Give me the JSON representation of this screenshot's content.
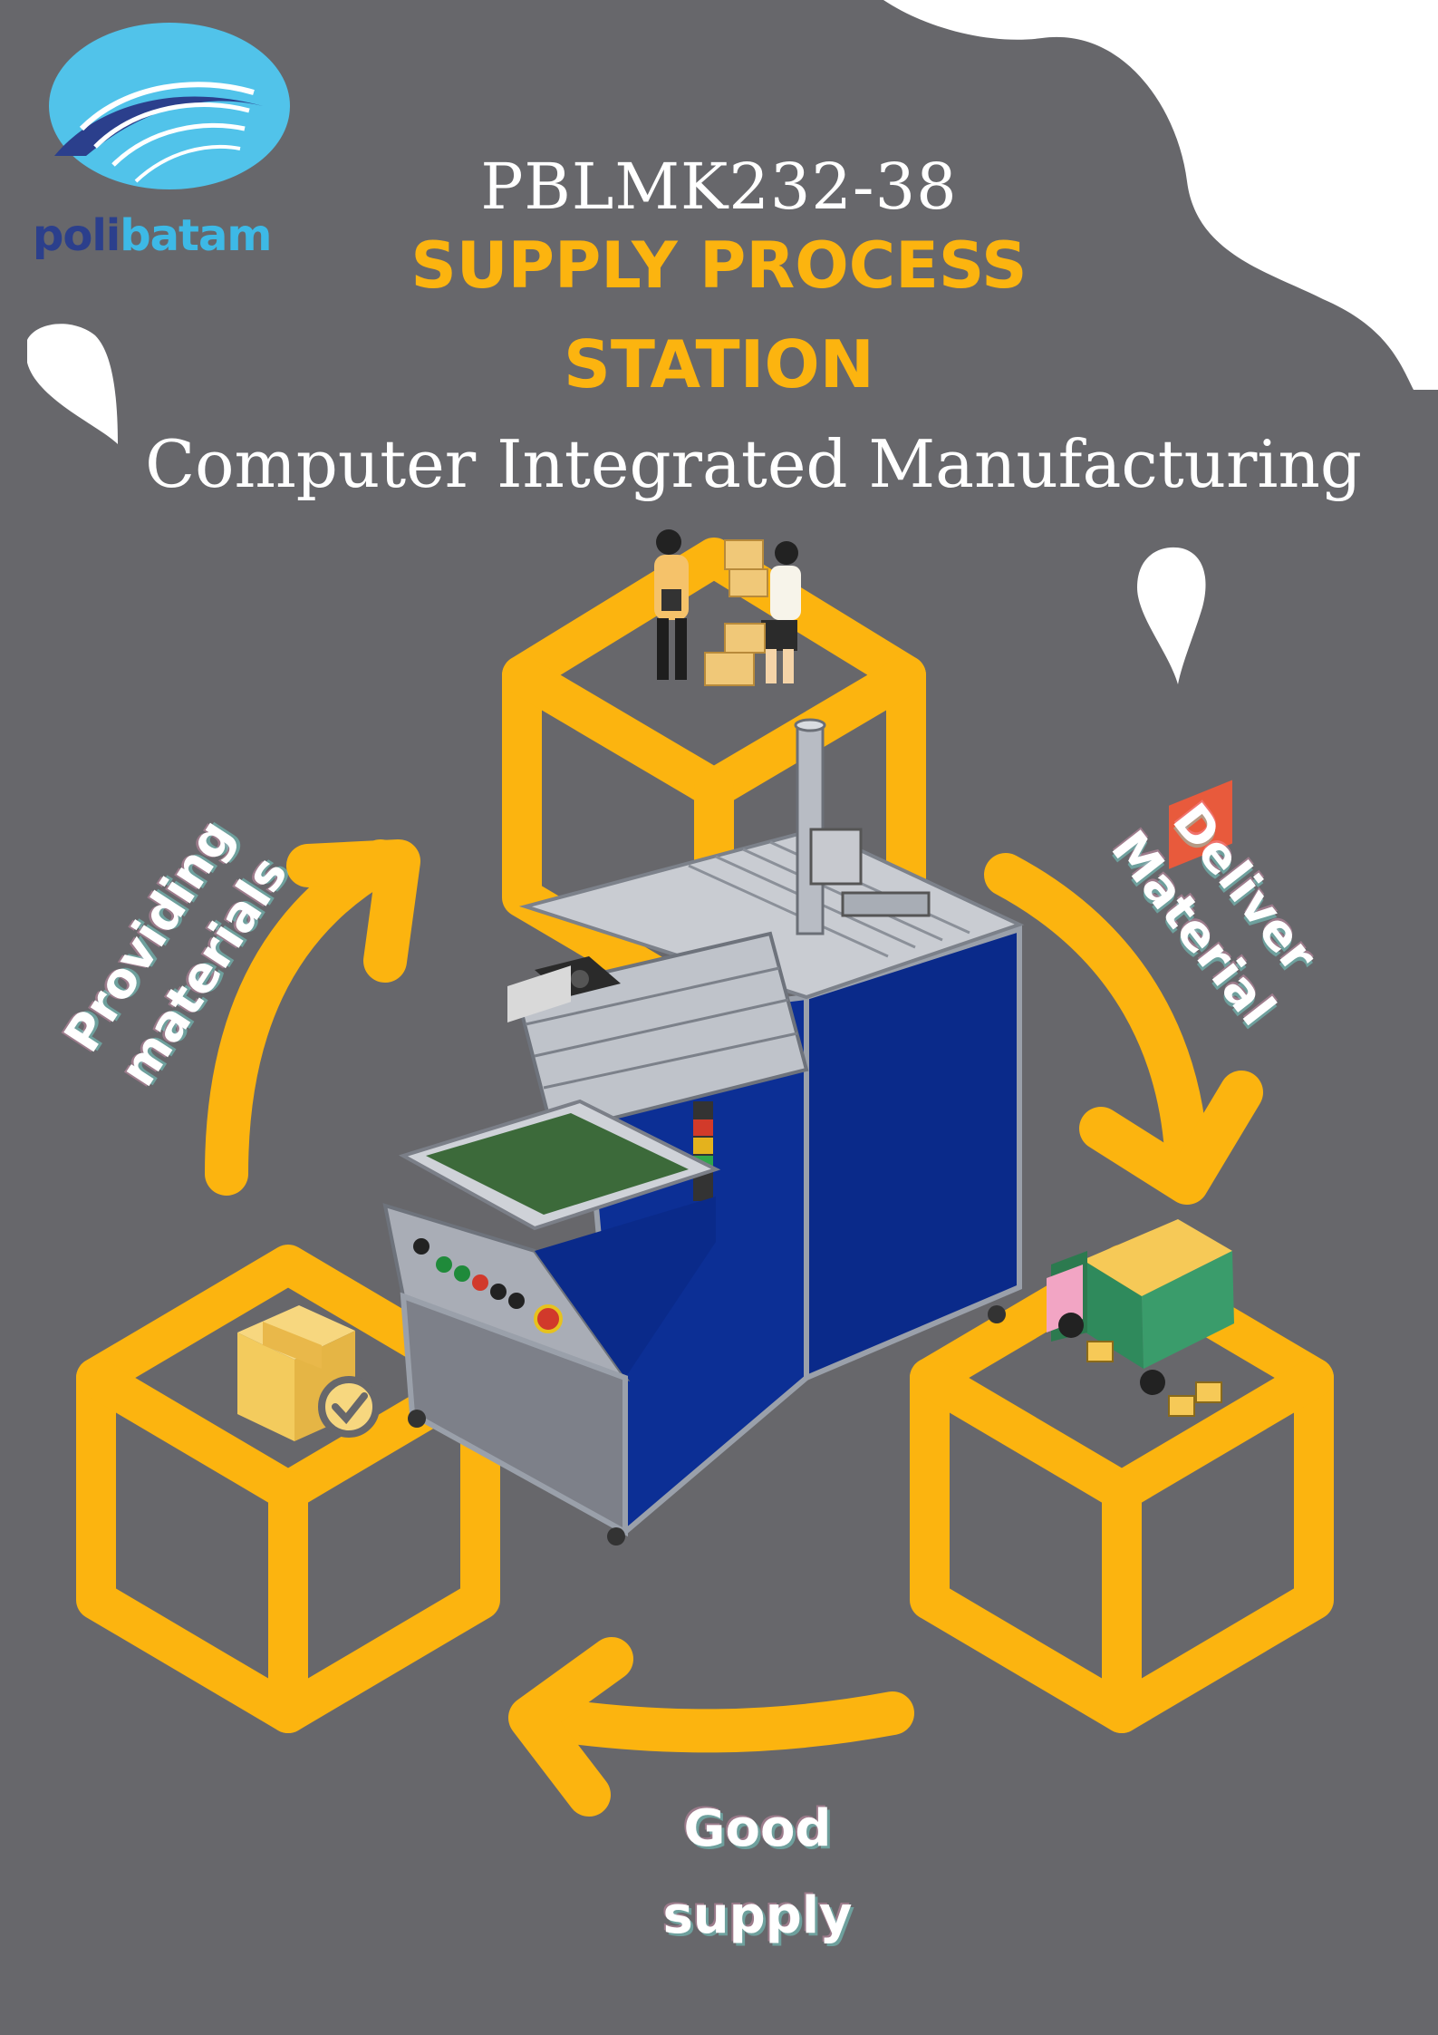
{
  "brand": {
    "logo_text_part1": "poli",
    "logo_text_part2": "batam",
    "color_dark": "#2b3f8c",
    "color_light": "#3db9e6"
  },
  "header": {
    "code": "PBLMK232-38",
    "title_line1": "SUPPLY PROCESS",
    "title_line2": "STATION",
    "subtitle": "Computer Integrated Manufacturing"
  },
  "cycle": {
    "left_label_line1": "Providing",
    "left_label_line2": "materials",
    "right_label_line1": "Deliver",
    "right_label_line2": "Material",
    "bottom_label_line1": "Good",
    "bottom_label_line2": "supply"
  },
  "illustrations": {
    "top_cube": "workers-handing-boxes",
    "left_cube": "box-with-checkmark-icon",
    "right_cube": "delivery-truck",
    "center": "supply-process-station-machine"
  },
  "colors": {
    "background": "#67676b",
    "accent": "#fcb40f",
    "white": "#ffffff",
    "machine_blue": "#0a2a8a",
    "machine_frame": "#b9bcc4"
  }
}
